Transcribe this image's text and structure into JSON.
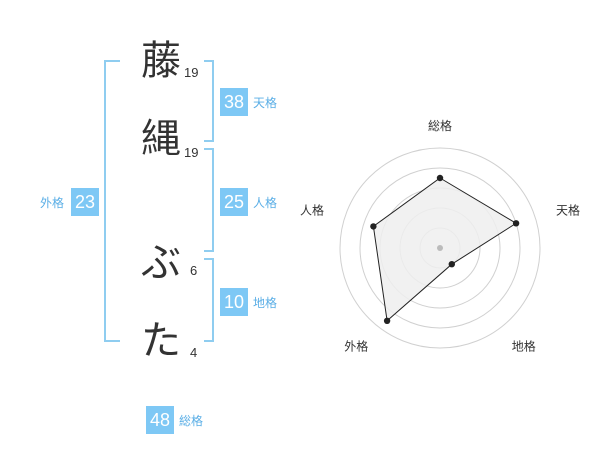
{
  "name": {
    "chars": [
      {
        "char": "藤",
        "strokes": "19"
      },
      {
        "char": "縄",
        "strokes": "19"
      },
      {
        "char": "ぶ",
        "strokes": "6"
      },
      {
        "char": "た",
        "strokes": "4"
      }
    ]
  },
  "fortunes": {
    "tenkaku": {
      "value": "38",
      "label": "天格"
    },
    "jinkaku": {
      "value": "25",
      "label": "人格"
    },
    "chikaku": {
      "value": "10",
      "label": "地格"
    },
    "gaikaku": {
      "value": "23",
      "label": "外格"
    },
    "soukaku": {
      "value": "48",
      "label": "総格"
    }
  },
  "chart_data": {
    "type": "radar",
    "axes": [
      "総格",
      "天格",
      "地格",
      "外格",
      "人格"
    ],
    "values": [
      3.5,
      4.0,
      1.0,
      4.5,
      3.5
    ],
    "range": [
      0,
      5
    ],
    "rings": 5,
    "colors": {
      "fill": "#eeeeee",
      "stroke": "#222222",
      "grid": "#d0d0d0",
      "center": "#bbbbbb"
    }
  }
}
